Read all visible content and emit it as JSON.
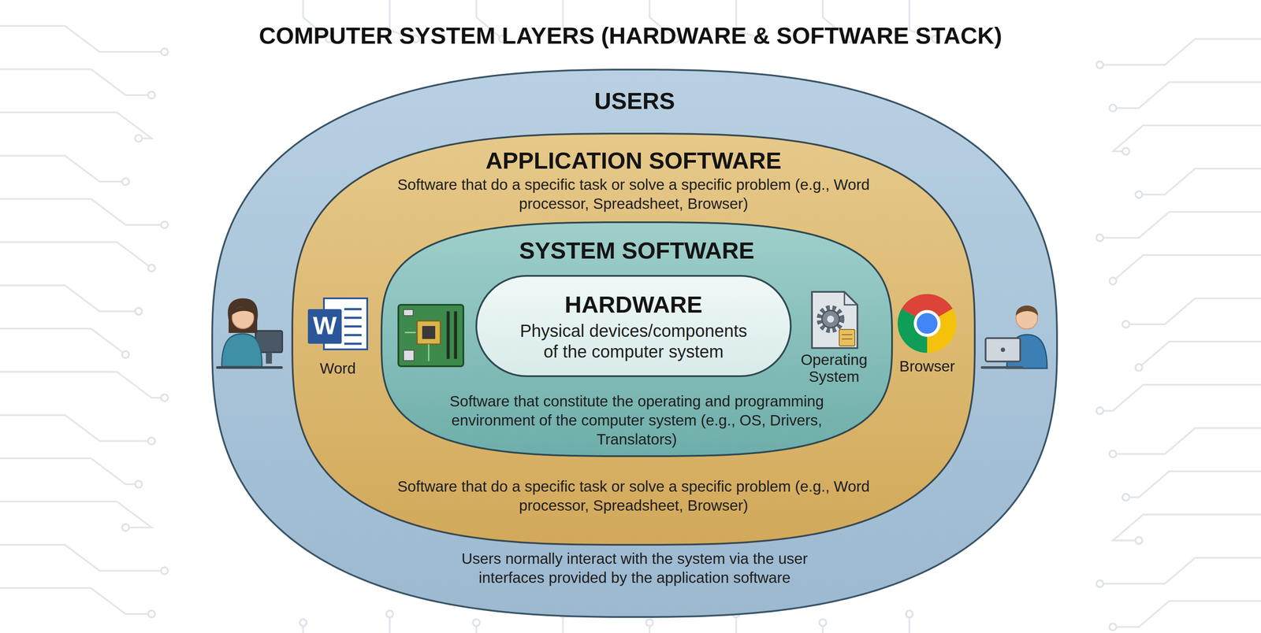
{
  "diagram": {
    "title": "COMPUTER SYSTEM LAYERS (HARDWARE & SOFTWARE STACK)",
    "nodes": [
      {
        "text": [
          "USERS",
          "Users normally interact with the system via the user interfaces provided by the application software"
        ]
      },
      {
        "text": [
          "APPLICATION SOFTWARE",
          "Software that do a specific task or solve a specific problem (e.g., Word processor, Spreadsheet, Browser)",
          "Software that do a specific task or solve a specific problem (e.g., Word processor, Spreadsheet, Browser)"
        ],
        "in": 0
      },
      {
        "text": [
          "SYSTEM SOFTWARE",
          "Software that constitute the operating and programming environment of the computer system (e.g., OS, Drivers, Translators)"
        ],
        "in": 1
      },
      {
        "text": [
          "HARDWARE",
          "Physical devices/components of the computer system"
        ],
        "in": 2
      }
    ],
    "labels": [
      "W",
      "Word",
      "Operating System",
      "Browser"
    ]
  }
}
